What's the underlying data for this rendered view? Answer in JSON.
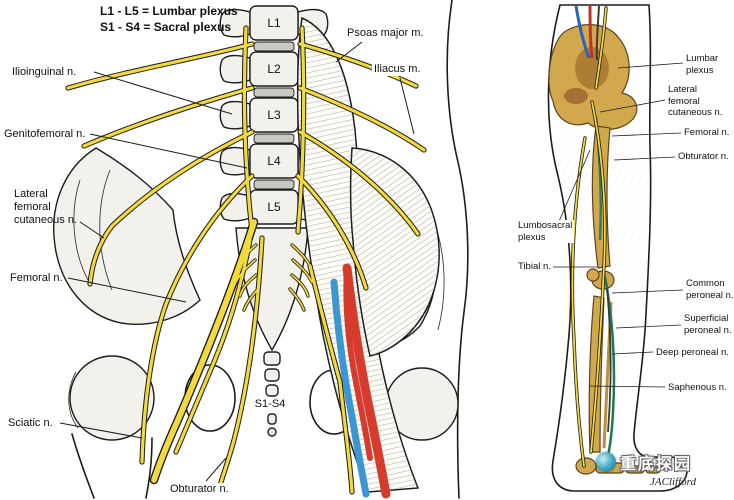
{
  "figure": {
    "legend": {
      "line1": "L1 - L5 = Lumbar plexus",
      "line2": "S1 - S4 = Sacral plexus"
    },
    "left": {
      "vertebrae": [
        "L1",
        "L2",
        "L3",
        "L4",
        "L5"
      ],
      "sacral": "S1-S4",
      "ilioinguinal": "Ilioinguinal n.",
      "genitofemoral": "Genitofemoral n.",
      "lateral_femoral_cutaneous": "Lateral\nfemoral\ncutaneous n.",
      "femoral": "Femoral n.",
      "sciatic": "Sciatic n.",
      "obturator": "Obturator n.",
      "psoas_major": "Psoas major m.",
      "iliacus": "Iliacus m."
    },
    "right": {
      "lumbar_plexus": "Lumbar\nplexus",
      "lateral_femoral_cutaneous": "Lateral\nfemoral\ncutaneous n.",
      "femoral": "Femoral n.",
      "obturator": "Obturator n.",
      "lumbosacral_plexus": "Lumbosacral\nplexus",
      "tibial": "Tibial n.",
      "common_peroneal": "Common\nperoneal n.",
      "superficial_peroneal": "Superficial\nperoneal n.",
      "deep_peroneal": "Deep peroneal n.",
      "saphenous": "Saphenous n.",
      "signature": "JAClifford"
    },
    "watermark": "重底探园",
    "colors": {
      "nerve_yellow": "#f2d93c",
      "artery_red": "#d63c2e",
      "vein_blue": "#3c96d2",
      "bone_tan": "#d2a84e",
      "green_nerve": "#1f7a4d",
      "teal_nerve": "#2e7d6e",
      "ink": "#1c1c1c"
    }
  }
}
